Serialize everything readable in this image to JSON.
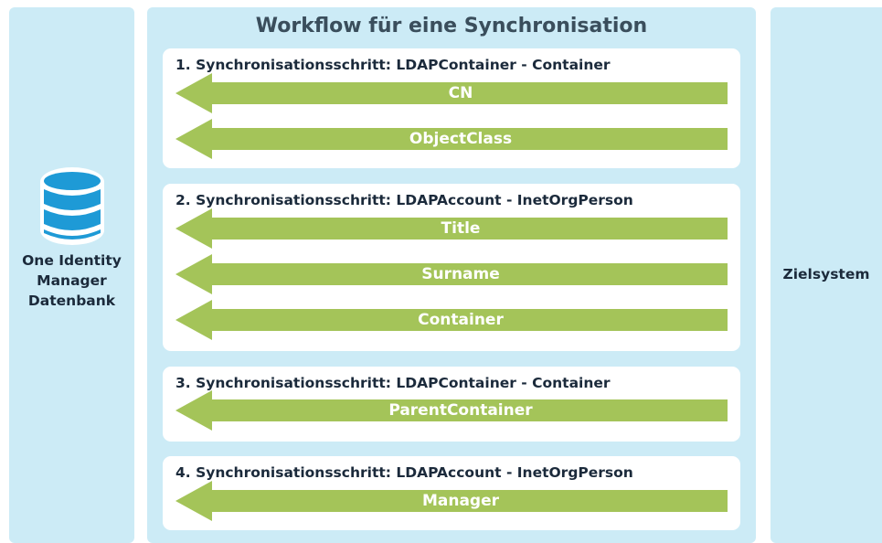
{
  "title": "Workflow für eine Synchronisation",
  "database": {
    "label": "One Identity\nManager\nDatenbank",
    "icon": "database-icon"
  },
  "target": {
    "label": "Zielsystem"
  },
  "colors": {
    "panel": "#ccebf6",
    "arrow": "#a4c459",
    "box": "#ffffff",
    "text": "#1b2a3b"
  },
  "steps": [
    {
      "title": "1. Synchronisationsschritt: LDAPContainer - Container",
      "properties": [
        "CN",
        "ObjectClass"
      ]
    },
    {
      "title": "2. Synchronisationsschritt: LDAPAccount - InetOrgPerson",
      "properties": [
        "Title",
        "Surname",
        "Container"
      ]
    },
    {
      "title": "3. Synchronisationsschritt: LDAPContainer - Container",
      "properties": [
        "ParentContainer"
      ]
    },
    {
      "title": "4. Synchronisationsschritt: LDAPAccount - InetOrgPerson",
      "properties": [
        "Manager"
      ]
    }
  ]
}
